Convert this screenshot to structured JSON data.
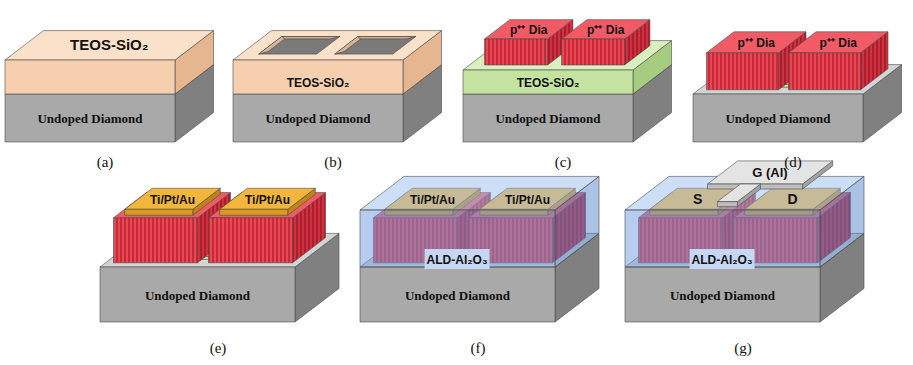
{
  "diagram": {
    "nodes": [
      {
        "text": [
          "TEOS-SiO₂"
        ]
      },
      {
        "text": [
          "Undoped Diamond"
        ]
      },
      {
        "text": [
          "TEOS-SiO₂"
        ]
      },
      {
        "text": [
          "Undoped Diamond"
        ]
      },
      {
        "text": [
          "p⁺⁺ Dia"
        ]
      },
      {
        "text": [
          "p⁺⁺ Dia"
        ]
      },
      {
        "text": [
          "TEOS-SiO₂"
        ]
      },
      {
        "text": [
          "Undoped Diamond"
        ]
      },
      {
        "text": [
          "p⁺⁺ Dia"
        ]
      },
      {
        "text": [
          "p⁺⁺ Dia"
        ]
      },
      {
        "text": [
          "Undoped Diamond"
        ]
      },
      {
        "text": [
          "Ti/Pt/Au"
        ]
      },
      {
        "text": [
          "Ti/Pt/Au"
        ]
      },
      {
        "text": [
          "Undoped Diamond"
        ]
      },
      {
        "text": [
          "Ti/Pt/Au"
        ]
      },
      {
        "text": [
          "Ti/Pt/Au"
        ]
      },
      {
        "text": [
          "ALD-Al₂O₃"
        ]
      },
      {
        "text": [
          "Undoped Diamond"
        ]
      },
      {
        "text": [
          "G (Al)"
        ]
      },
      {
        "text": [
          "S"
        ]
      },
      {
        "text": [
          "D"
        ]
      },
      {
        "text": [
          "ALD-Al₂O₃"
        ]
      },
      {
        "text": [
          "Undoped Diamond"
        ]
      }
    ],
    "labels": [
      "(a)",
      "(b)",
      "(c)",
      "(d)",
      "(e)",
      "(f)",
      "(g)"
    ]
  }
}
